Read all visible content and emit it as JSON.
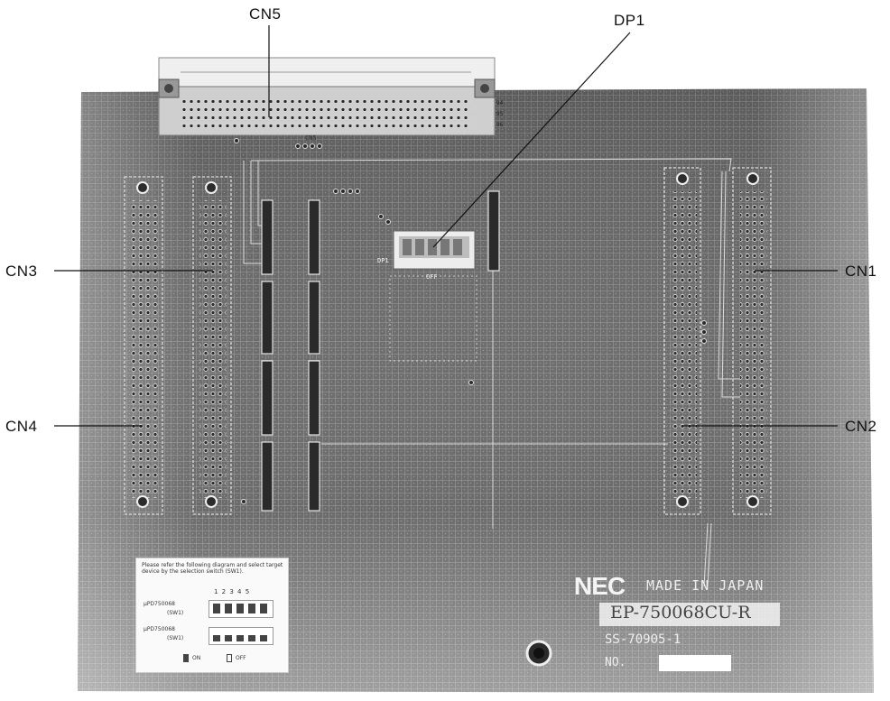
{
  "callouts": {
    "cn5": "CN5",
    "dp1": "DP1",
    "cn3": "CN3",
    "cn1": "CN1",
    "cn4": "CN4",
    "cn2": "CN2"
  },
  "board": {
    "brand": "NEC",
    "made_in": "MADE IN JAPAN",
    "model": "EP-750068CU-R",
    "serial": "SS-70905-1",
    "no_label": "NO.",
    "silk_cn5": "CN5",
    "silk_dp1": "DP1",
    "silk_off": "OFF",
    "pin_94": "94",
    "pin_95": "95",
    "pin_96": "96"
  },
  "instruction_label": {
    "text": "Please refer the following diagram and select target device by the selection switch (SW1).",
    "switch_numbers": "1 2 3 4 5",
    "row1_device": "μPD750068",
    "row1_sw": "(SW1)",
    "row2_device": "μPD750068",
    "row2_sw": "(SW1)",
    "legend_on": "ON",
    "legend_off": "OFF"
  },
  "colors": {
    "board_dark": "#555555",
    "board_mid": "#8a8a8a",
    "grid": "#d8d8d8",
    "silk": "#eeeeee"
  }
}
